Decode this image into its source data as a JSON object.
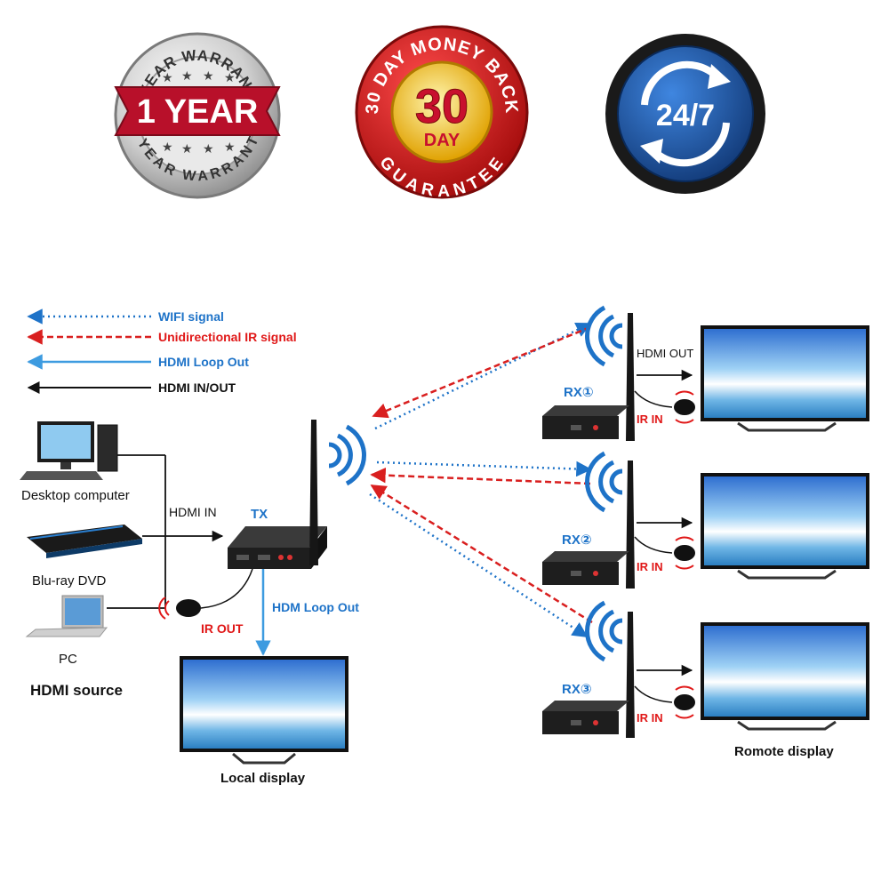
{
  "badges": {
    "warranty": {
      "top_arc": "1 YEAR WARRANTY",
      "main": "1 YEAR",
      "bottom_arc": "1 YEAR WARRANTY"
    },
    "money_back": {
      "top_arc": "30 DAY MONEY BACK",
      "number": "30",
      "unit": "DAY",
      "bottom_arc": "GUARANTEE"
    },
    "support": {
      "main": "24/7"
    }
  },
  "legend": {
    "wifi": "WIFI signal",
    "ir": "Unidirectional IR signal",
    "loop": "HDMI Loop Out",
    "hdmi": "HDMI IN/OUT"
  },
  "sources": {
    "desktop": "Desktop computer",
    "bluray": "Blu-ray DVD",
    "pc": "PC",
    "group": "HDMI source"
  },
  "transmitter": {
    "label": "TX",
    "hdmi_in": "HDMI IN",
    "ir_out": "IR OUT",
    "loop_out": "HDM Loop Out",
    "local_display": "Local display"
  },
  "receivers": [
    {
      "label": "RX①",
      "hdmi_out": "HDMI OUT",
      "ir_in": "IR IN"
    },
    {
      "label": "RX②",
      "ir_in": "IR IN"
    },
    {
      "label": "RX③",
      "ir_in": "IR IN"
    }
  ],
  "remote_display": "Romote display",
  "colors": {
    "wifi_blue": "#1e73c8",
    "ir_red": "#d91f1f",
    "loop_blue": "#3d9be0",
    "hdmi_black": "#111111",
    "badge_red": "#c8102e",
    "badge_silver": "#c9c9c9",
    "badge_gold": "#f2b600",
    "badge_navy": "#1e4f9a"
  }
}
